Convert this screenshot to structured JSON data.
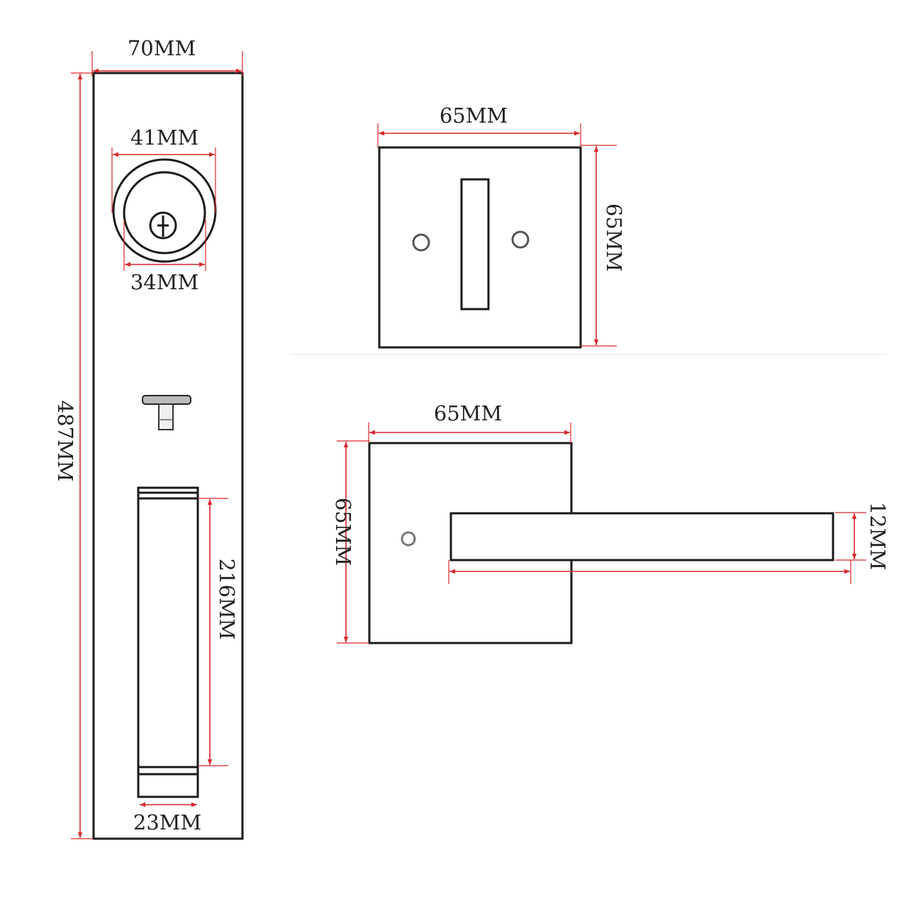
{
  "colors": {
    "outline": "#1a1a1a",
    "dimension": "#d9262b"
  },
  "escutcheon": {
    "width_label": "70MM",
    "height_label": "487MM",
    "cylinder_outer_label": "41MM",
    "cylinder_inner_label": "34MM",
    "handle_length_label": "216MM",
    "handle_width_label": "23MM"
  },
  "deadbolt_rose": {
    "width_label": "65MM",
    "height_label": "65MM"
  },
  "lever_rose": {
    "width_label": "65MM",
    "height_label": "65MM",
    "lever_thickness_label": "12MM"
  }
}
